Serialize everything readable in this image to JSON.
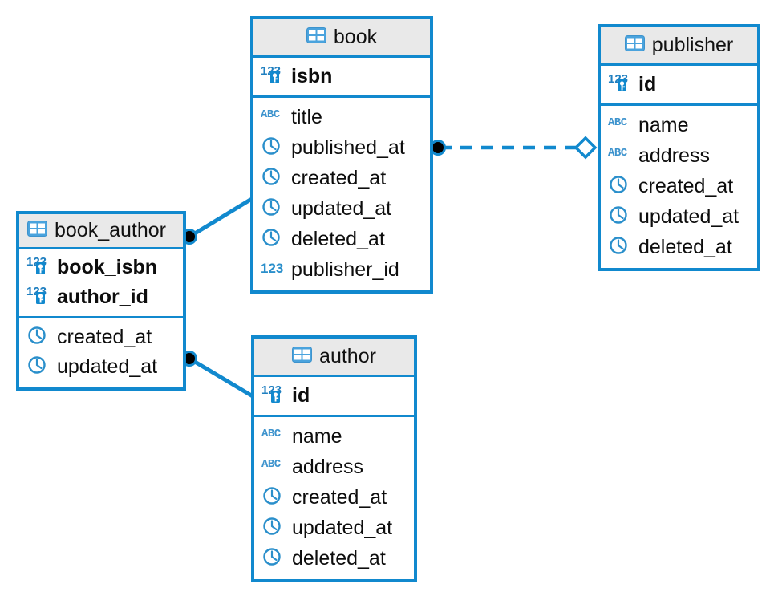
{
  "diagram": {
    "type": "entity-relationship-diagram",
    "accent_color": "#1189ce",
    "header_fill": "#e9e9e9",
    "text_color": "#0d0d0d",
    "background": "#ffffff"
  },
  "entities": [
    {
      "id": "book",
      "name": "book",
      "icon": "table-icon",
      "primary_keys": [
        {
          "name": "isbn",
          "type_icon": "primary-key-number-icon",
          "datatype": "number"
        }
      ],
      "fields": [
        {
          "name": "title",
          "type_icon": "abc-text-icon",
          "datatype": "text"
        },
        {
          "name": "published_at",
          "type_icon": "clock-datetime-icon",
          "datatype": "datetime"
        },
        {
          "name": "created_at",
          "type_icon": "clock-datetime-icon",
          "datatype": "datetime"
        },
        {
          "name": "updated_at",
          "type_icon": "clock-datetime-icon",
          "datatype": "datetime"
        },
        {
          "name": "deleted_at",
          "type_icon": "clock-datetime-icon",
          "datatype": "datetime"
        },
        {
          "name": "publisher_id",
          "type_icon": "number-icon",
          "datatype": "number"
        }
      ]
    },
    {
      "id": "publisher",
      "name": "publisher",
      "icon": "table-icon",
      "primary_keys": [
        {
          "name": "id",
          "type_icon": "primary-key-number-icon",
          "datatype": "number"
        }
      ],
      "fields": [
        {
          "name": "name",
          "type_icon": "abc-text-icon",
          "datatype": "text"
        },
        {
          "name": "address",
          "type_icon": "abc-text-icon",
          "datatype": "text"
        },
        {
          "name": "created_at",
          "type_icon": "clock-datetime-icon",
          "datatype": "datetime"
        },
        {
          "name": "updated_at",
          "type_icon": "clock-datetime-icon",
          "datatype": "datetime"
        },
        {
          "name": "deleted_at",
          "type_icon": "clock-datetime-icon",
          "datatype": "datetime"
        }
      ]
    },
    {
      "id": "book_author",
      "name": "book_author",
      "icon": "table-icon",
      "primary_keys": [
        {
          "name": "book_isbn",
          "type_icon": "primary-key-number-icon",
          "datatype": "number"
        },
        {
          "name": "author_id",
          "type_icon": "primary-key-number-icon",
          "datatype": "number"
        }
      ],
      "fields": [
        {
          "name": "created_at",
          "type_icon": "clock-datetime-icon",
          "datatype": "datetime"
        },
        {
          "name": "updated_at",
          "type_icon": "clock-datetime-icon",
          "datatype": "datetime"
        }
      ]
    },
    {
      "id": "author",
      "name": "author",
      "icon": "table-icon",
      "primary_keys": [
        {
          "name": "id",
          "type_icon": "primary-key-number-icon",
          "datatype": "number"
        }
      ],
      "fields": [
        {
          "name": "name",
          "type_icon": "abc-text-icon",
          "datatype": "text"
        },
        {
          "name": "address",
          "type_icon": "abc-text-icon",
          "datatype": "text"
        },
        {
          "name": "created_at",
          "type_icon": "clock-datetime-icon",
          "datatype": "datetime"
        },
        {
          "name": "updated_at",
          "type_icon": "clock-datetime-icon",
          "datatype": "datetime"
        },
        {
          "name": "deleted_at",
          "type_icon": "clock-datetime-icon",
          "datatype": "datetime"
        }
      ]
    }
  ],
  "relationships": [
    {
      "id": "book-publisher",
      "from": "book",
      "to": "publisher",
      "line_style": "dashed",
      "from_marker": "filled-dot",
      "to_marker": "open-diamond"
    },
    {
      "id": "book_author-book",
      "from": "book_author",
      "to": "book",
      "line_style": "solid",
      "from_marker": "filled-dot",
      "to_marker": "none"
    },
    {
      "id": "book_author-author",
      "from": "book_author",
      "to": "author",
      "line_style": "solid",
      "from_marker": "filled-dot",
      "to_marker": "none"
    }
  ]
}
